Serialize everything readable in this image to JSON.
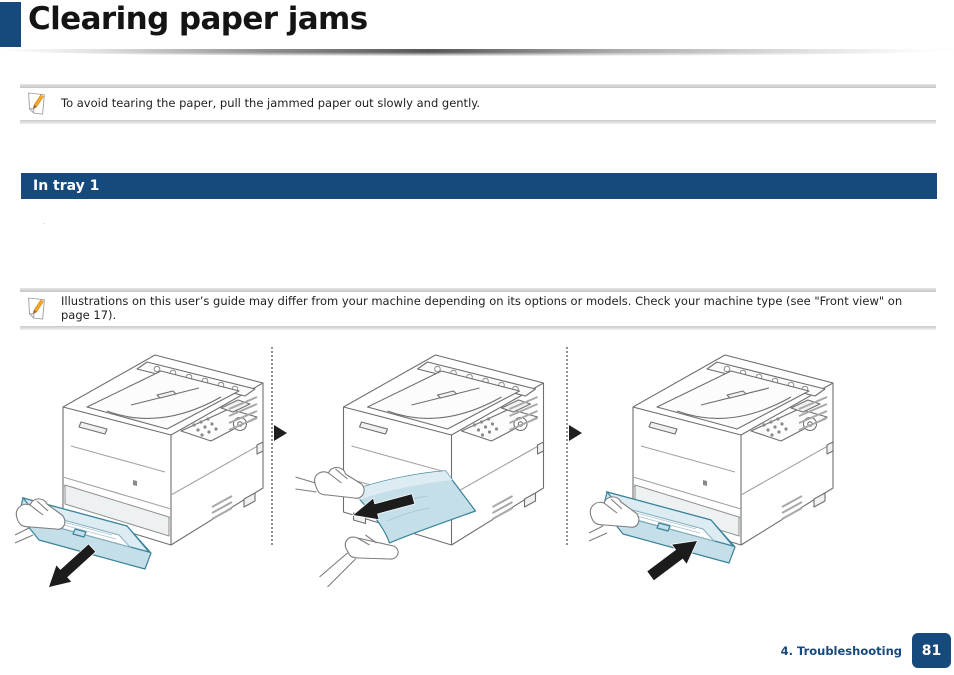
{
  "header": {
    "title": "Clearing paper jams"
  },
  "note_top": {
    "icon": "note-pencil-icon",
    "text": "To avoid tearing the paper, pull the jammed paper out slowly and gently."
  },
  "section": {
    "title": "In tray 1"
  },
  "stray_mark": "·",
  "note_section": {
    "icon": "note-pencil-icon",
    "text": "Illustrations on this user’s guide may differ from your machine depending on its options or models. Check your machine type (see \"Front view\" on page 17)."
  },
  "illustrations": {
    "steps": [
      {
        "name": "pull-tray-out"
      },
      {
        "name": "remove-jammed-paper"
      },
      {
        "name": "insert-tray"
      }
    ]
  },
  "footer": {
    "chapter_label": "4. Troubleshooting",
    "page_number": "81"
  },
  "colors": {
    "navy": "#16497c",
    "tray_fill": "#c5dfe9",
    "tray_stroke": "#39839a",
    "outline_gray": "#6f6f6f",
    "arrow_black": "#1c1c1c"
  }
}
